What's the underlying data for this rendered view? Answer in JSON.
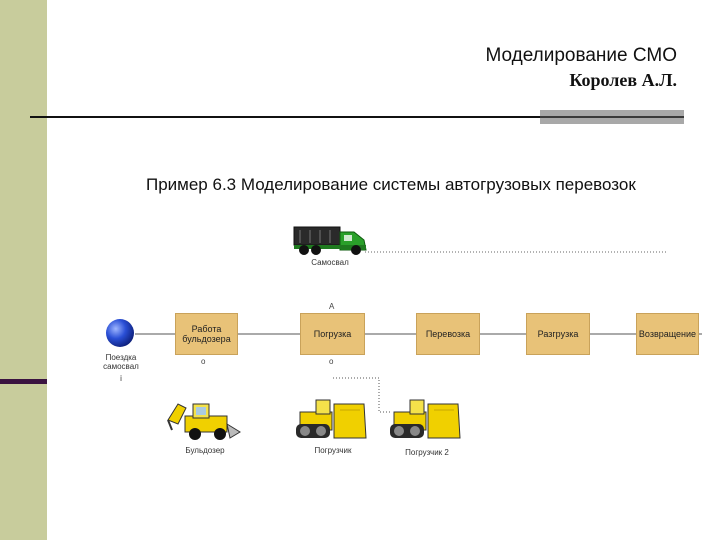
{
  "header": {
    "title": "Моделирование СМО",
    "author": "Королев А.Л."
  },
  "diagram": {
    "title": "Пример 6.3 Моделирование системы автогрузовых перевозок",
    "source": {
      "label": "Поездка самосвал",
      "port": "i",
      "color": "#2a4fd6"
    },
    "truck_label": "Самосвал",
    "blocks": [
      {
        "label": "Работа бульдозера",
        "top_port": "",
        "bottom_port": "о"
      },
      {
        "label": "Погрузка",
        "top_port": "А",
        "bottom_port": "о"
      },
      {
        "label": "Перевозка",
        "top_port": "",
        "bottom_port": ""
      },
      {
        "label": "Разгрузка",
        "top_port": "",
        "bottom_port": ""
      },
      {
        "label": "Возвращение",
        "top_port": "",
        "bottom_port": ""
      }
    ],
    "resources": [
      {
        "label": "Бульдозер",
        "kind": "backhoe-loader"
      },
      {
        "label": "Погрузчик",
        "kind": "bulldozer"
      },
      {
        "label": "Погрузчик 2",
        "kind": "bulldozer"
      }
    ],
    "colors": {
      "block_fill": "#e8c278",
      "truck_cab": "#2aa02a",
      "machine_yellow": "#f0d000"
    }
  }
}
